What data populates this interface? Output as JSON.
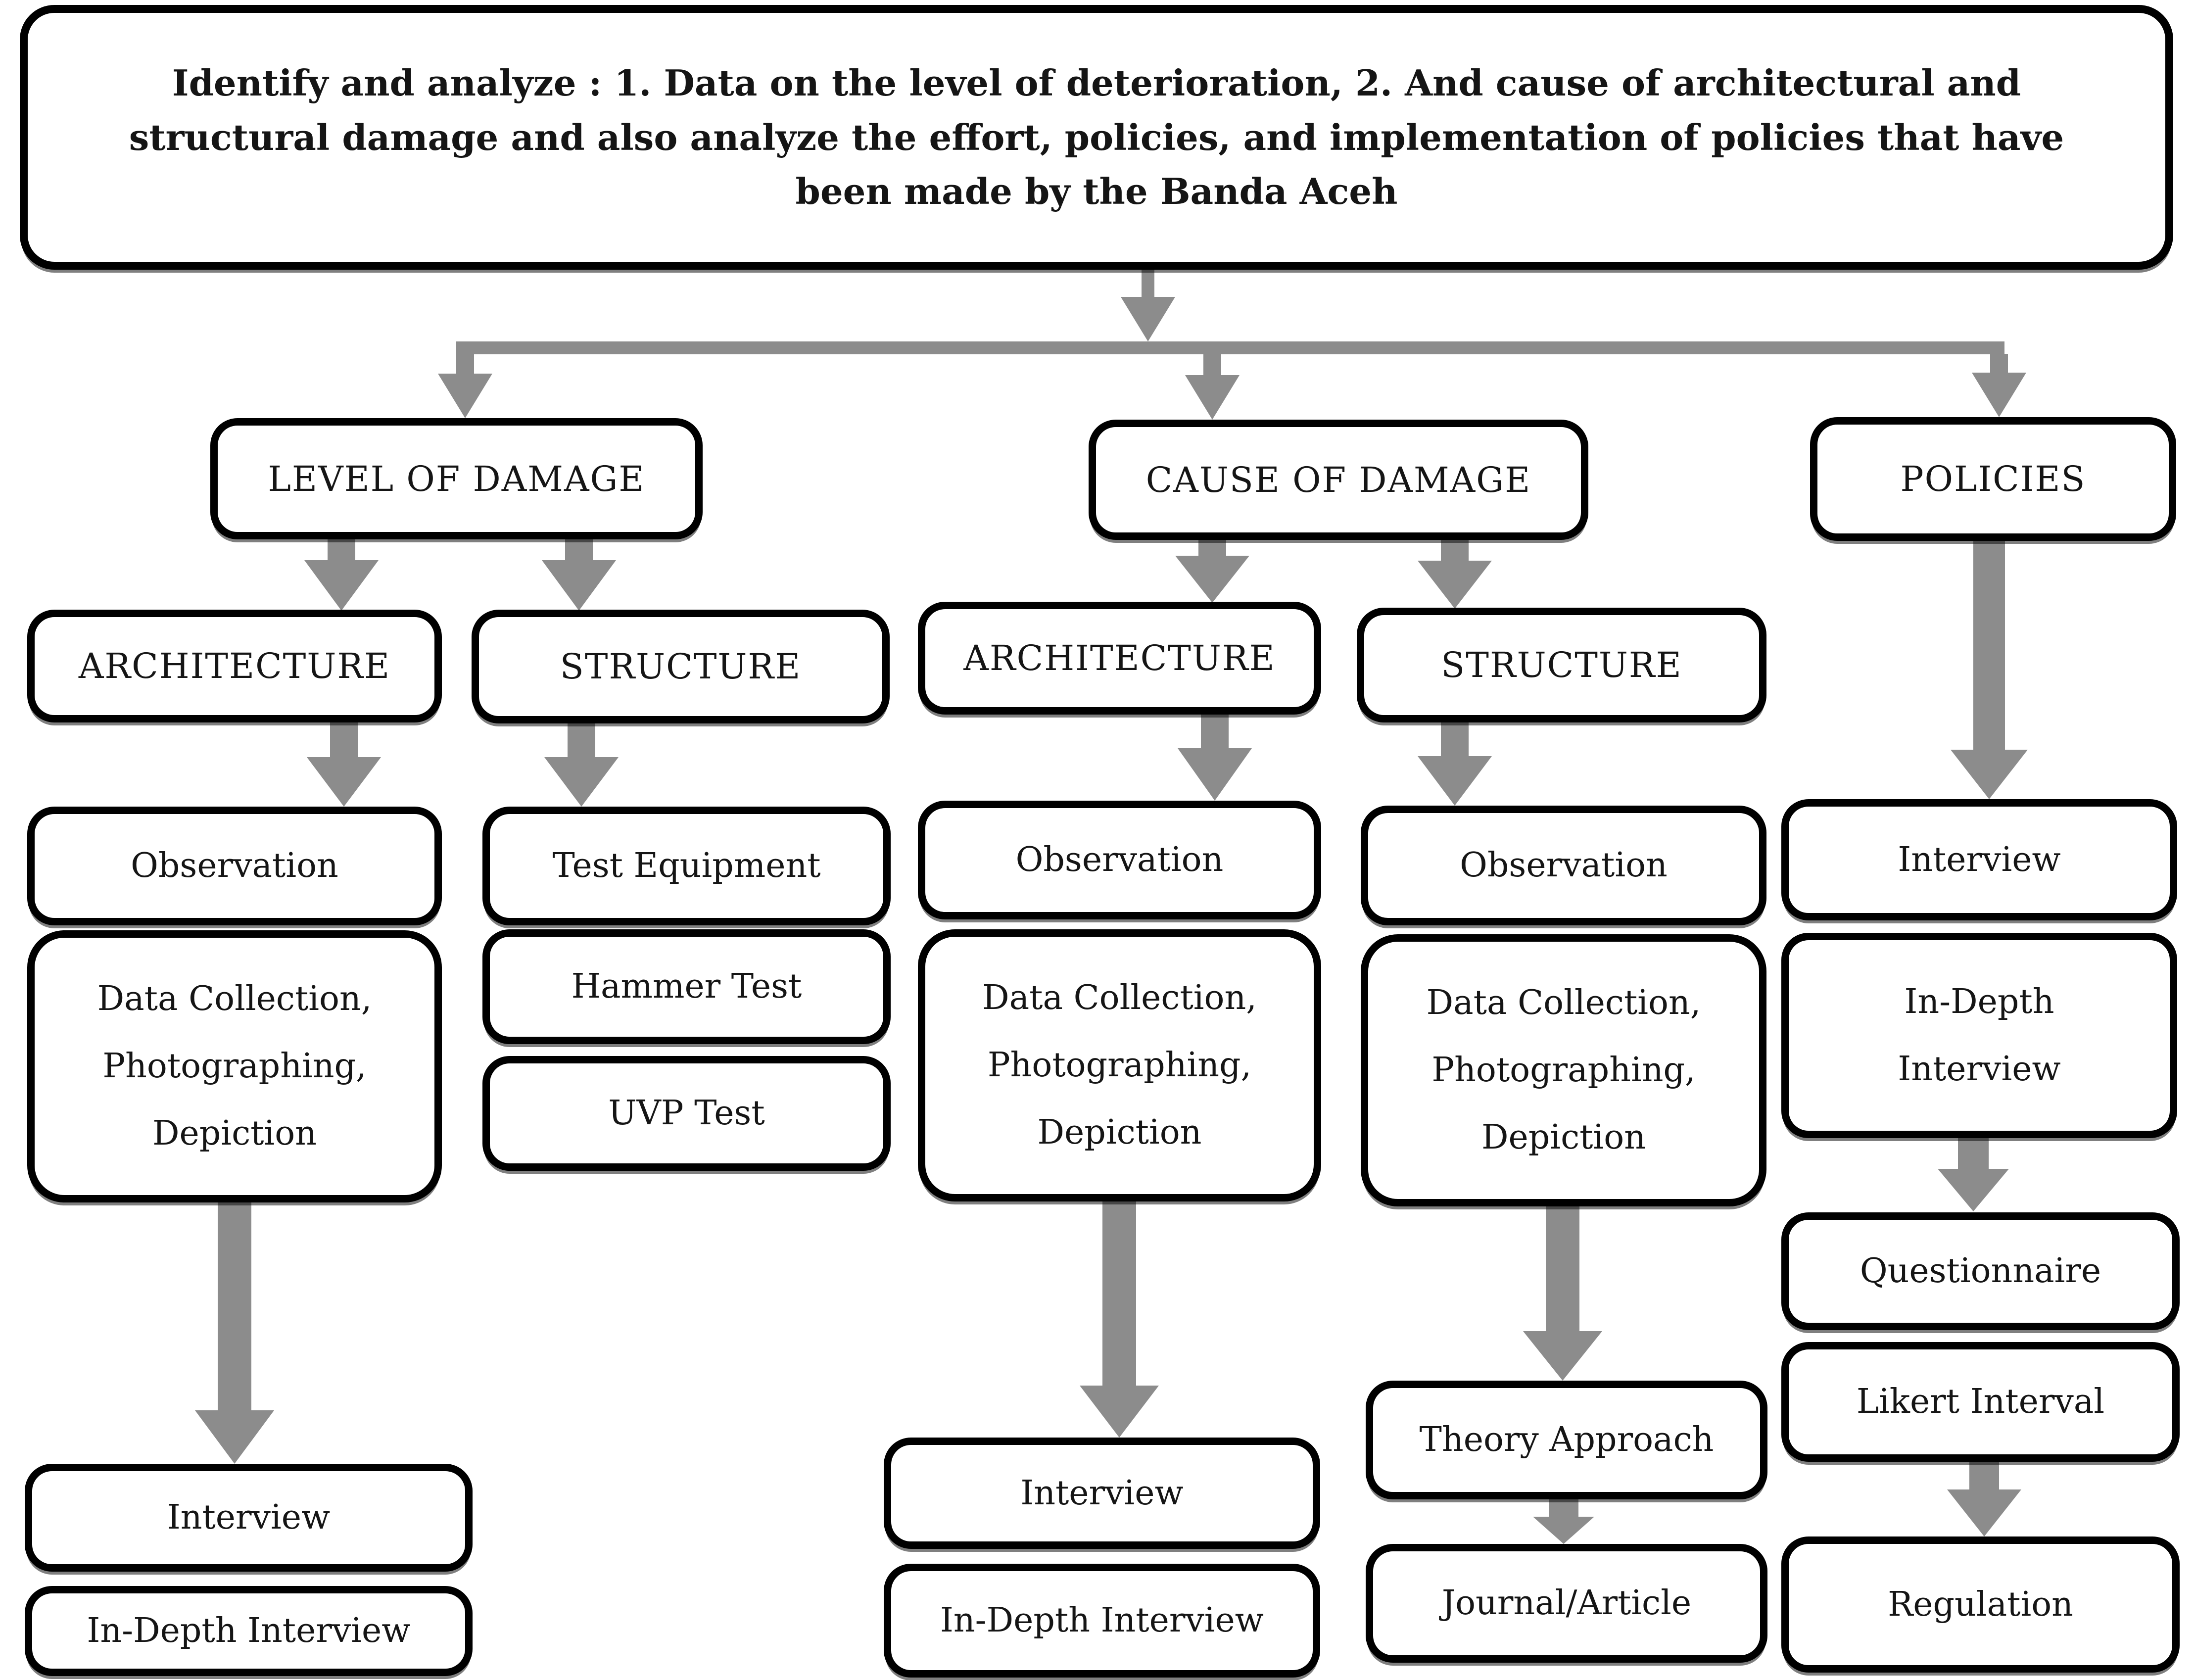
{
  "diagram": {
    "type": "flowchart",
    "title_lines": [
      "Identify and analyze : 1. Data on the level of deterioration,  2.  And cause of architectural and",
      "structural damage and also analyze the effort, policies, and implementation of policies that have",
      "been made by the Banda Aceh"
    ],
    "colors": {
      "arrow_gray": "#8c8c8c",
      "box_border": "#000000",
      "box_fill": "#ffffff",
      "text_color": "#151515"
    },
    "nodes": {
      "level_of_damage": "LEVEL OF DAMAGE",
      "cause_of_damage": "CAUSE OF DAMAGE",
      "policies": "POLICIES",
      "lod_architecture": "ARCHITECTURE",
      "lod_structure": "STRUCTURE",
      "cod_architecture": "ARCHITECTURE",
      "cod_structure": "STRUCTURE",
      "lod_arch_observation": "Observation",
      "lod_struct_test_equipment": "Test Equipment",
      "cod_arch_observation": "Observation",
      "cod_struct_observation": "Observation",
      "policies_interview": "Interview",
      "lod_arch_data_collection": "Data Collection, Photographing, Depiction",
      "lod_struct_hammer_test": "Hammer Test",
      "lod_struct_uvp_test": "UVP Test",
      "cod_arch_data_collection": "Data Collection, Photographing, Depiction",
      "cod_struct_data_collection": "Data Collection, Photographing, Depiction",
      "policies_in_depth_interview": "In-Depth Interview",
      "lod_arch_interview": "Interview",
      "lod_arch_in_depth_interview": "In-Depth Interview",
      "cod_arch_interview": "Interview",
      "cod_arch_in_depth_interview": "In-Depth Interview",
      "cod_struct_theory_approach": "Theory Approach",
      "cod_struct_journal_article": "Journal/Article",
      "policies_questionnaire": "Questionnaire",
      "policies_likert_interval": "Likert Interval",
      "policies_regulation": "Regulation"
    }
  }
}
